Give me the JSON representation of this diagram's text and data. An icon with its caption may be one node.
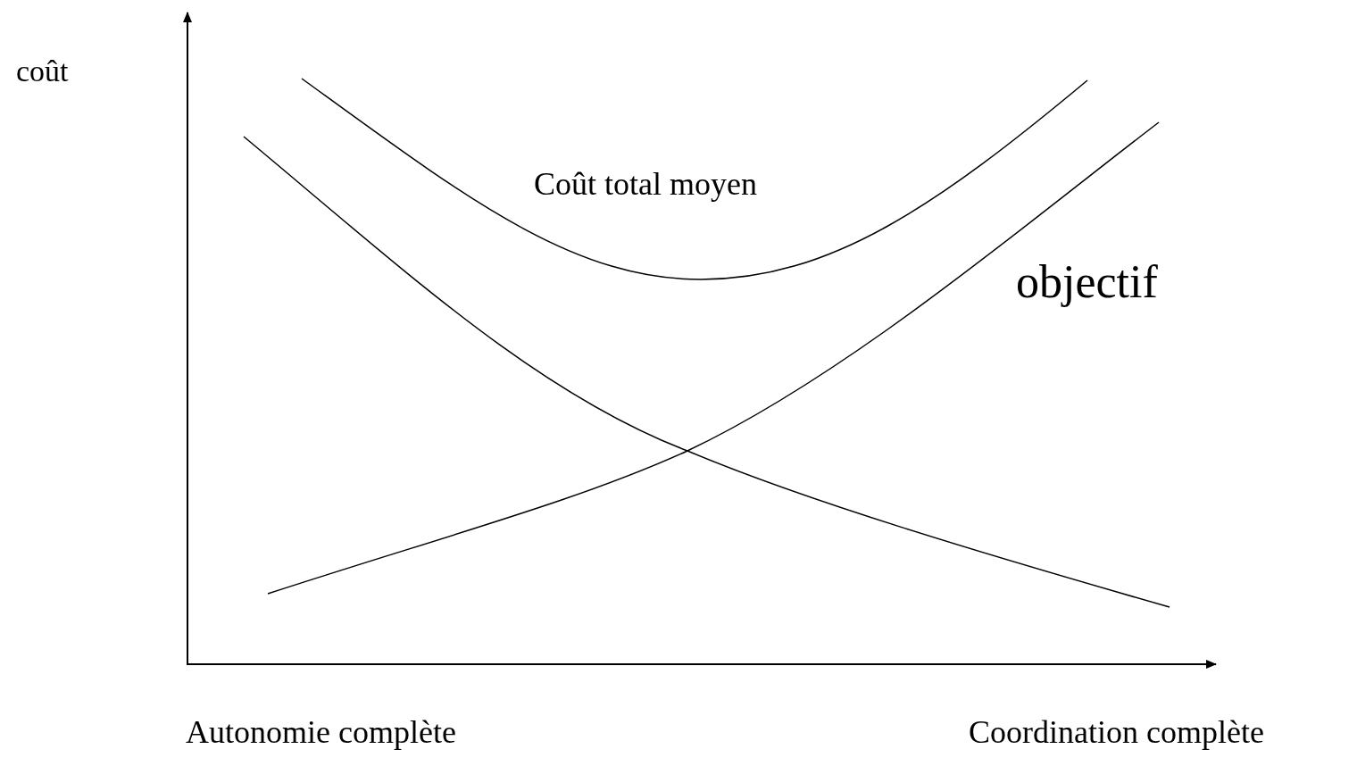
{
  "diagram": {
    "labels": [
      "coût",
      "Coût total moyen",
      "objectif",
      "Autonomie complète",
      "Coordination complète"
    ]
  }
}
